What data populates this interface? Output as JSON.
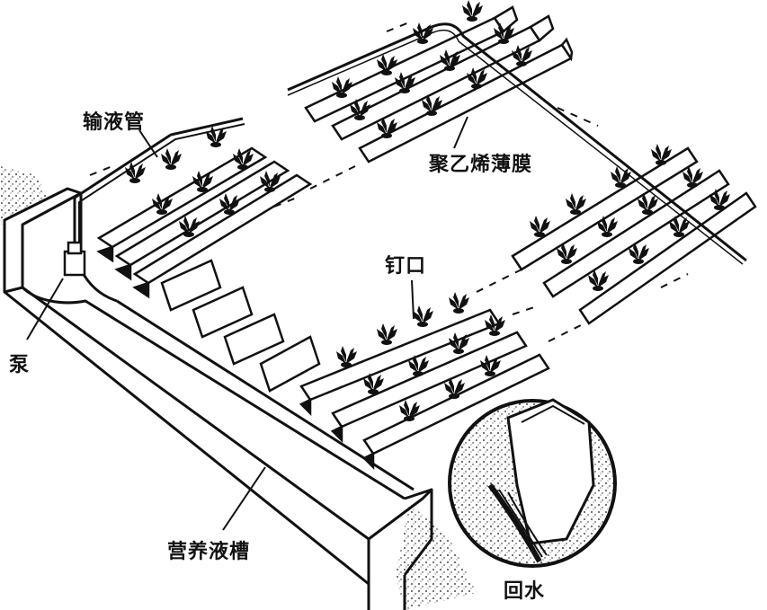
{
  "diagram": {
    "labels": {
      "delivery_pipe": "输液管",
      "polyethylene_film": "聚乙烯薄膜",
      "planting_hole": "钉口",
      "pump": "泵",
      "nutrient_tank": "营养液槽",
      "return_water": "回水"
    },
    "colors": {
      "ink": "#111111",
      "paper": "#ffffff"
    },
    "troughs_per_bench": 3,
    "benches": [
      "back-left",
      "back-center",
      "right",
      "front-center"
    ]
  }
}
